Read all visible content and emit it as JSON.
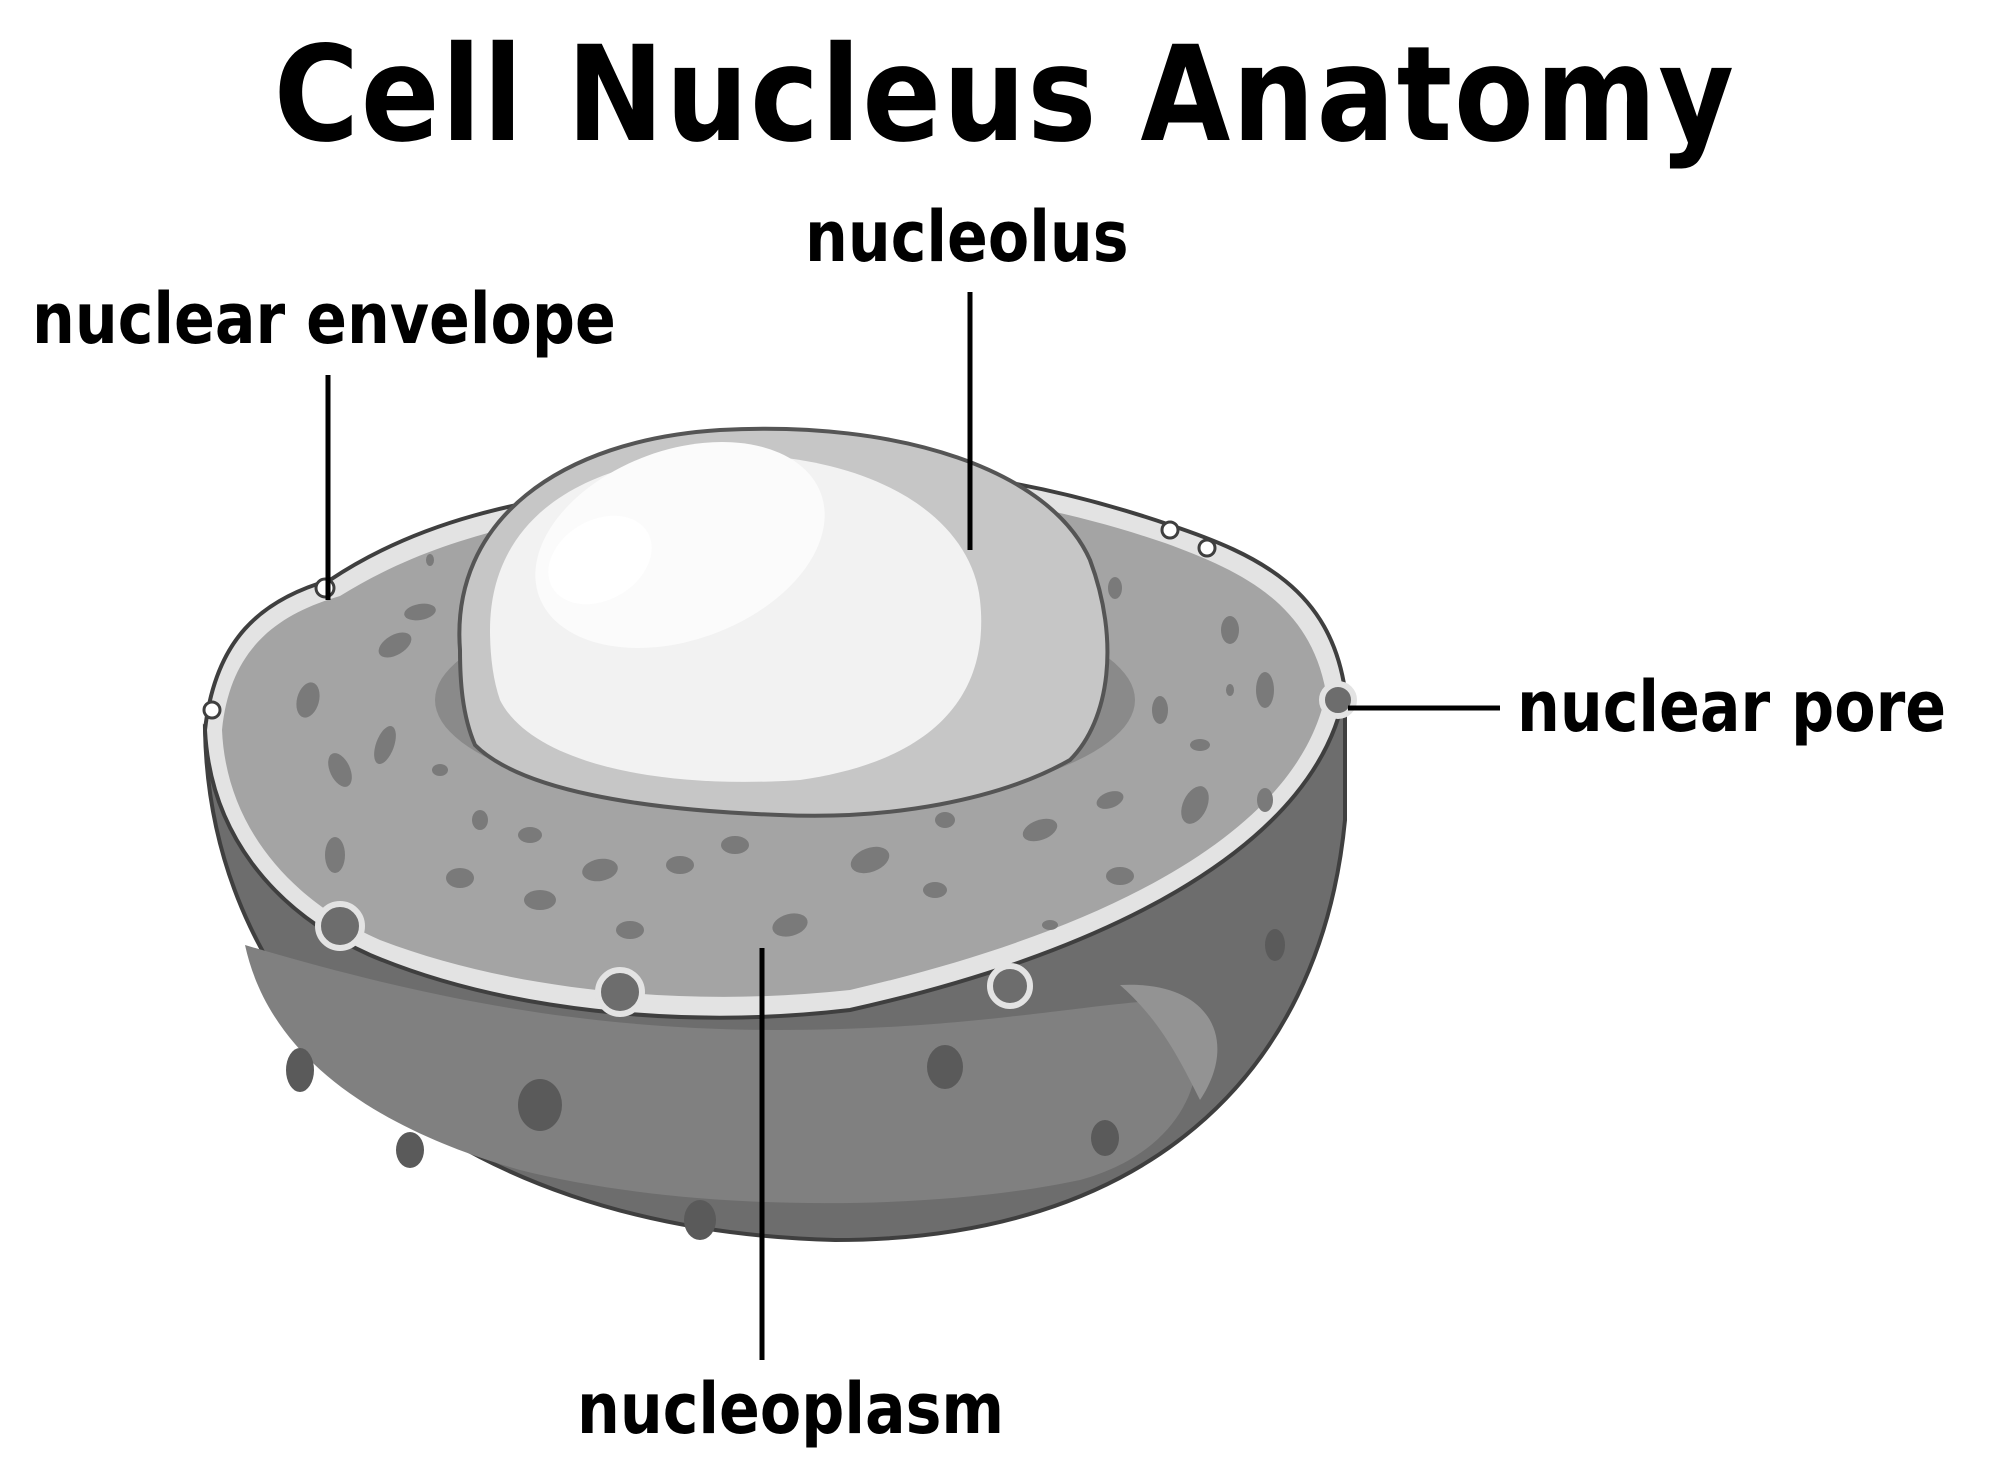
{
  "title": "Cell Nucleus Anatomy",
  "labels": {
    "nucleolus": "nucleolus",
    "nuclear_envelope": "nuclear envelope",
    "nuclear_pore": "nuclear pore",
    "nucleoplasm": "nucleoplasm"
  },
  "colors": {
    "background": "#ffffff",
    "outer_shell": "#6e6e6e",
    "inner_shell": "#7f7f7f",
    "cut_surface": "#a4a4a4",
    "rim": "#e3e3e3",
    "speckles": "#7a7a7a",
    "nucleolus": "#f2f2f2",
    "leader_lines": "#000000"
  }
}
